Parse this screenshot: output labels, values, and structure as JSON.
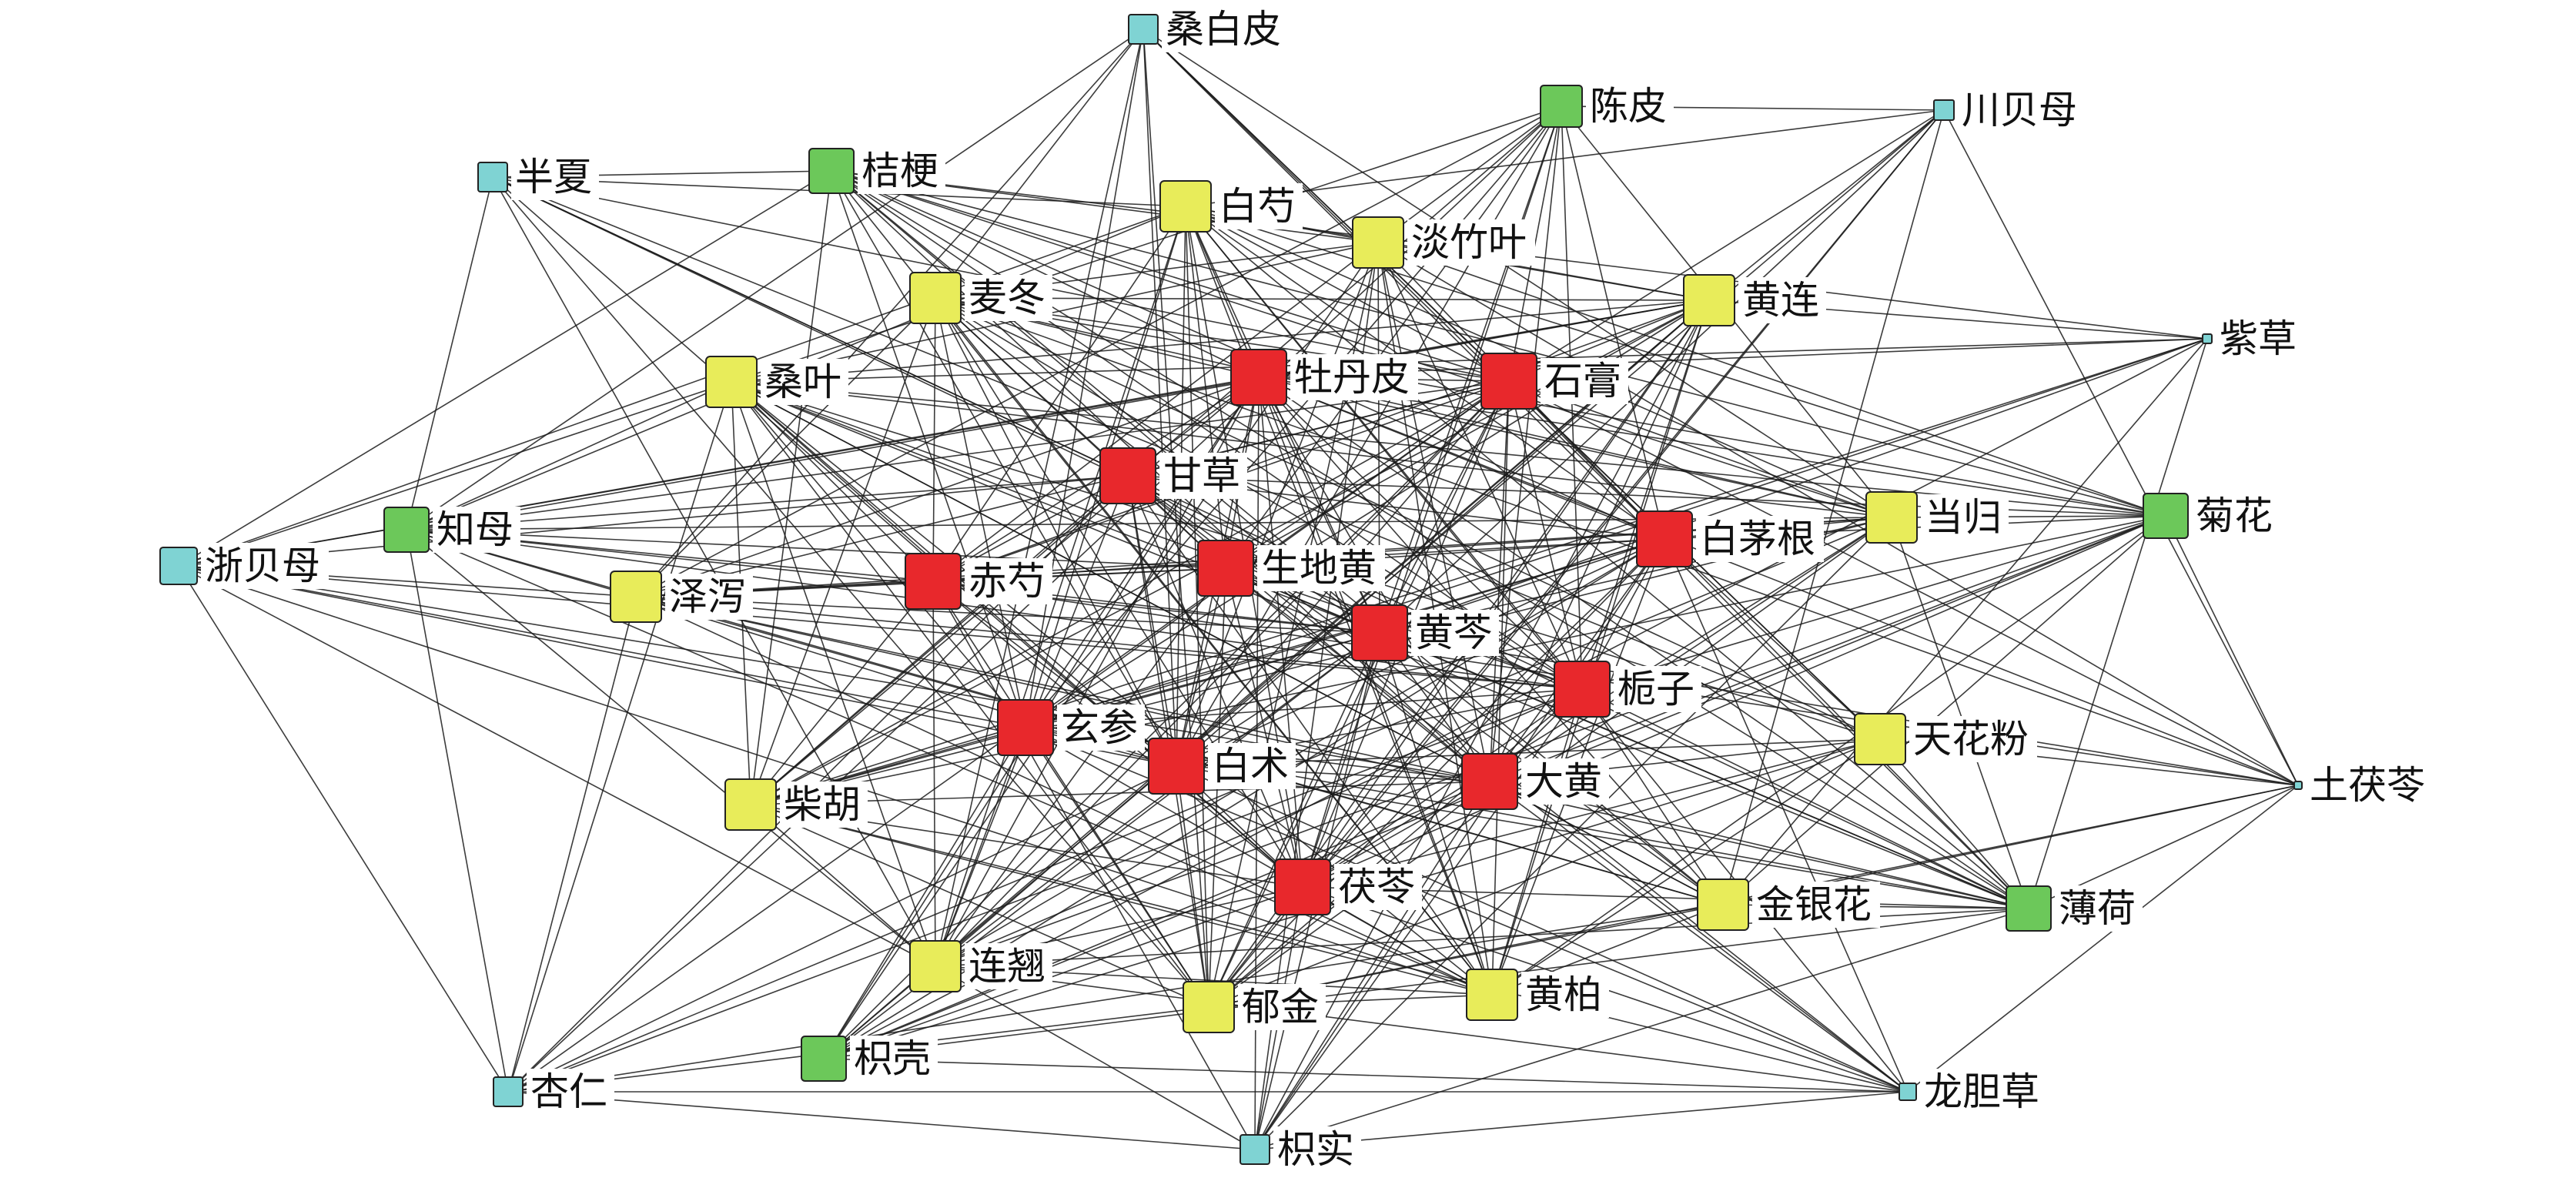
{
  "colors": {
    "core": "#e8282c",
    "secondary": "#e8ec5a",
    "tertiary": "#6cc85a",
    "peripheral": "#7fd3d3",
    "edge": "#1a1a1a",
    "node_border": "#222222"
  },
  "nodes": [
    {
      "id": "sangbaipi",
      "label": "桑白皮",
      "tier": "peripheral"
    },
    {
      "id": "chenpi",
      "label": "陈皮",
      "tier": "tertiary"
    },
    {
      "id": "chuanbeimu",
      "label": "川贝母",
      "tier": "peripheral"
    },
    {
      "id": "banxia",
      "label": "半夏",
      "tier": "peripheral"
    },
    {
      "id": "jiegeng",
      "label": "桔梗",
      "tier": "tertiary"
    },
    {
      "id": "baishao",
      "label": "白芍",
      "tier": "secondary"
    },
    {
      "id": "danzhuye",
      "label": "淡竹叶",
      "tier": "secondary"
    },
    {
      "id": "maidong",
      "label": "麦冬",
      "tier": "secondary"
    },
    {
      "id": "huanglian",
      "label": "黄连",
      "tier": "secondary"
    },
    {
      "id": "ziCao",
      "label": "紫草",
      "tier": "peripheral"
    },
    {
      "id": "sangye",
      "label": "桑叶",
      "tier": "secondary"
    },
    {
      "id": "mudanpi",
      "label": "牡丹皮",
      "tier": "core"
    },
    {
      "id": "shigao",
      "label": "石膏",
      "tier": "core"
    },
    {
      "id": "gancao",
      "label": "甘草",
      "tier": "core"
    },
    {
      "id": "zhimu",
      "label": "知母",
      "tier": "tertiary"
    },
    {
      "id": "zhebeimu",
      "label": "浙贝母",
      "tier": "peripheral"
    },
    {
      "id": "baimaogen",
      "label": "白茅根",
      "tier": "core"
    },
    {
      "id": "danggui",
      "label": "当归",
      "tier": "secondary"
    },
    {
      "id": "juhua",
      "label": "菊花",
      "tier": "tertiary"
    },
    {
      "id": "shengdihuang",
      "label": "生地黄",
      "tier": "core"
    },
    {
      "id": "chishao",
      "label": "赤芍",
      "tier": "core"
    },
    {
      "id": "zexie",
      "label": "泽泻",
      "tier": "secondary"
    },
    {
      "id": "huangqin",
      "label": "黄芩",
      "tier": "core"
    },
    {
      "id": "zhizi",
      "label": "栀子",
      "tier": "core"
    },
    {
      "id": "xuanshen",
      "label": "玄参",
      "tier": "core"
    },
    {
      "id": "tianhuafen",
      "label": "天花粉",
      "tier": "secondary"
    },
    {
      "id": "baizhu",
      "label": "白术",
      "tier": "core"
    },
    {
      "id": "dahuang",
      "label": "大黄",
      "tier": "core"
    },
    {
      "id": "tufuling",
      "label": "土茯苓",
      "tier": "peripheral"
    },
    {
      "id": "chaihu",
      "label": "柴胡",
      "tier": "secondary"
    },
    {
      "id": "fuling",
      "label": "茯苓",
      "tier": "core"
    },
    {
      "id": "jinyinhua",
      "label": "金银花",
      "tier": "secondary"
    },
    {
      "id": "bohe",
      "label": "薄荷",
      "tier": "tertiary"
    },
    {
      "id": "lianqiao",
      "label": "连翘",
      "tier": "secondary"
    },
    {
      "id": "yujin",
      "label": "郁金",
      "tier": "secondary"
    },
    {
      "id": "huangbai",
      "label": "黄柏",
      "tier": "secondary"
    },
    {
      "id": "zhike",
      "label": "枳壳",
      "tier": "tertiary"
    },
    {
      "id": "xingren",
      "label": "杏仁",
      "tier": "peripheral"
    },
    {
      "id": "longdancao",
      "label": "龙胆草",
      "tier": "peripheral"
    },
    {
      "id": "zhishi",
      "label": "枳实",
      "tier": "peripheral"
    }
  ]
}
